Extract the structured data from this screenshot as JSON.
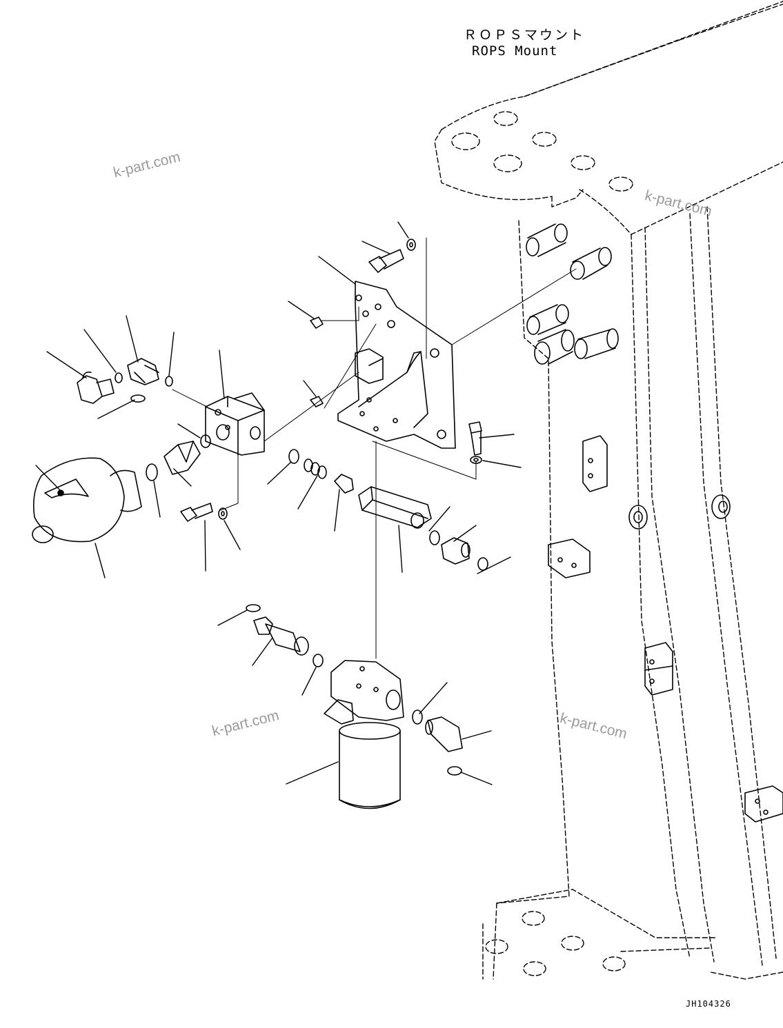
{
  "header": {
    "callout_jp": "ＲＯＰＳマウント",
    "callout_en": "ROPS Mount"
  },
  "watermarks": [
    "k-part.com",
    "k-part.com",
    "k-part.com",
    "k-part.com"
  ],
  "drawing_code": "JH104326"
}
